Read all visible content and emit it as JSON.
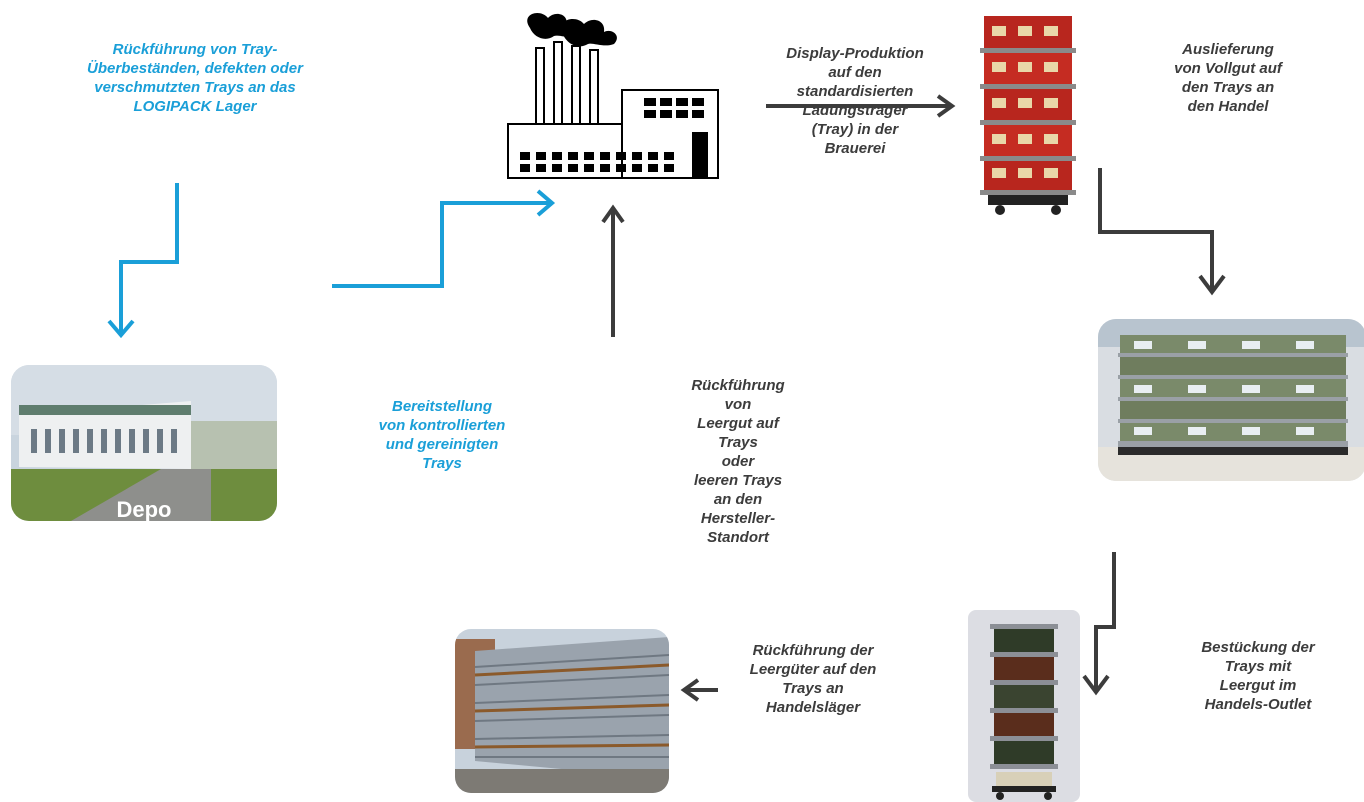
{
  "colors": {
    "blue": "#1a9fd8",
    "gray": "#3c3c3c"
  },
  "labels": {
    "return_overstock": "Rückführung  von Tray-\nÜberbeständen, defekten oder\nverschmutzten Trays an das\nLOGIPACK  Lager",
    "display_production": "Display-Produktion\nauf den\nstandardisierten\nLadungsträger\n(Tray) in der\nBrauerei",
    "delivery": "Auslieferung\nvon Vollgut auf\nden Trays an\nden Handel",
    "provision": "Bereitstellung\nvon kontrollierten\nund gereinigten\nTrays",
    "return_empties": "Rückführung\nvon\nLeergut auf\nTrays\noder\nleeren Trays\nan den\nHersteller-\nStandort",
    "return_warehouse": "Rückführung der\nLeergüter auf den\nTrays an\nHandelsläger",
    "loading": "Bestückung der\nTrays mit\nLeergut im\nHandels-Outlet"
  },
  "depot": {
    "caption": "Depo"
  },
  "icons": {
    "factory": "factory-icon",
    "display_tower": "beer-display-tower-image",
    "market_display": "retail-display-image",
    "empties_tower": "empties-tray-tower-image",
    "warehouse_stack": "warehouse-stack-image",
    "depot_building": "depot-building-image"
  }
}
